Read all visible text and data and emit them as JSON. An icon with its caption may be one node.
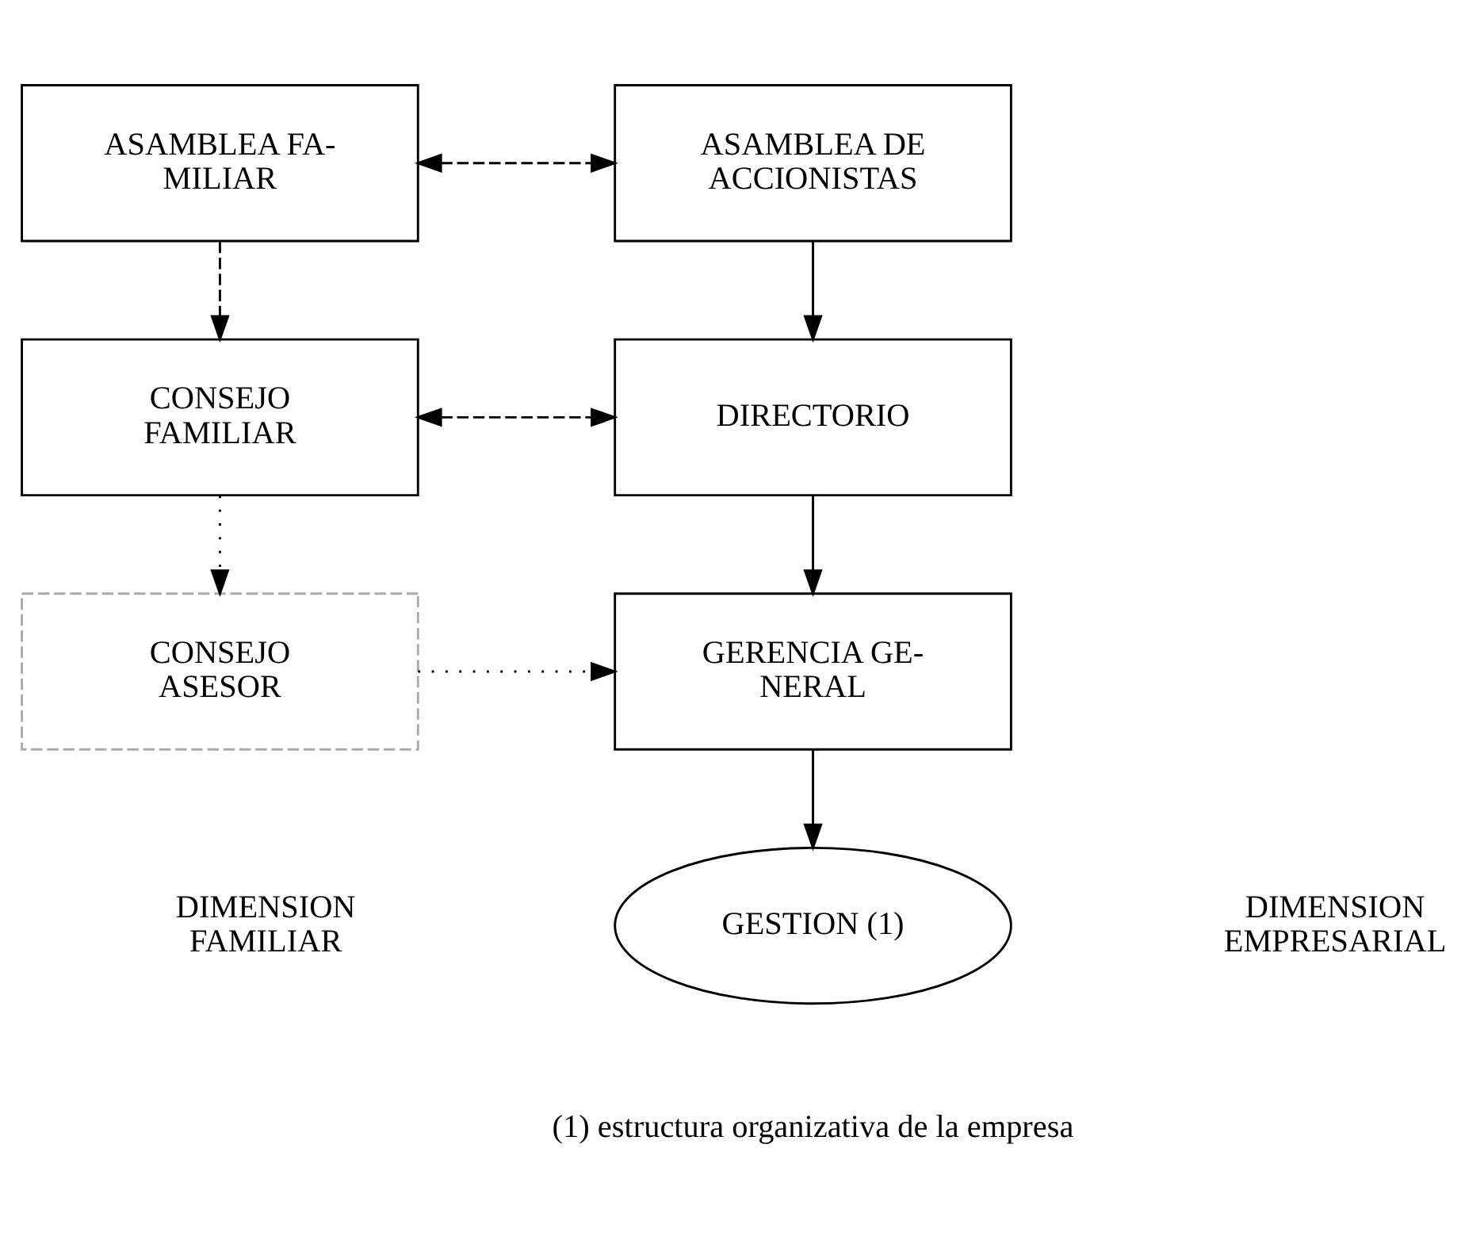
{
  "diagram": {
    "nodes": [
      {
        "text": [
          "ASAMBLEA FA- MILIAR"
        ]
      },
      {
        "text": [
          "ASAMBLEA DE ACCIONISTAS"
        ]
      },
      {
        "text": [
          "CONSEJO FAMILIAR"
        ]
      },
      {
        "text": [
          "DIRECTORIO"
        ]
      },
      {
        "text": [
          "CONSEJO ASESOR"
        ]
      },
      {
        "text": [
          "GERENCIA GE- NERAL"
        ]
      },
      {
        "text": [
          "GESTION (1)"
        ]
      }
    ],
    "edges": [
      {
        "from": 0,
        "to": 1,
        "arrow": "both",
        "style": "dashed"
      },
      {
        "from": 0,
        "to": 2,
        "arrow": "to",
        "style": "dashed"
      },
      {
        "from": 1,
        "to": 3,
        "arrow": "to"
      },
      {
        "from": 2,
        "to": 3,
        "arrow": "both",
        "style": "dashed"
      },
      {
        "from": 2,
        "to": 4,
        "arrow": "to",
        "style": "dashed"
      },
      {
        "from": 3,
        "to": 5,
        "arrow": "to"
      },
      {
        "from": 4,
        "to": 5,
        "arrow": "to",
        "style": "dashed"
      },
      {
        "from": 5,
        "to": 6,
        "arrow": "to"
      }
    ],
    "labels": [
      "DIMENSION FAMILIAR",
      "DIMENSION EMPRESARIAL",
      "(1) estructura organizativa de la empresa"
    ]
  }
}
